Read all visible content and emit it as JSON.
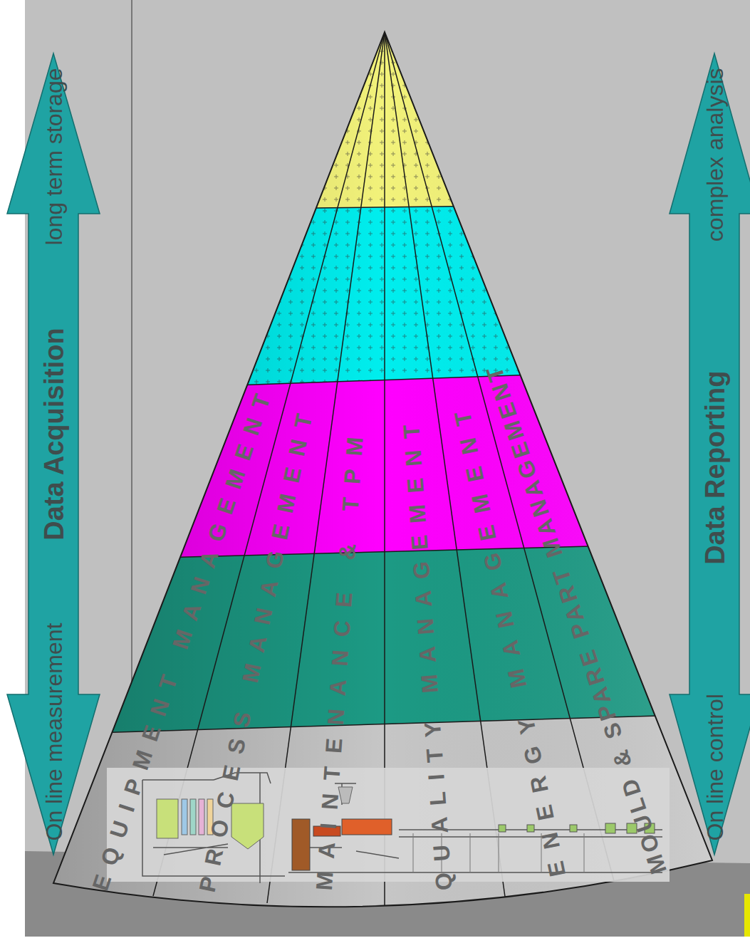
{
  "diagram": {
    "nodes": [
      {
        "text": [
          "On line measurement",
          "Data Acquisition",
          "long term storage"
        ]
      },
      {
        "text": [
          "EQUIPMENT MANAGEMENT"
        ]
      },
      {
        "text": [
          "PROCESS MANAGEMENT"
        ]
      },
      {
        "text": [
          "MAINTENANCE & TPM"
        ]
      },
      {
        "text": [
          "QUALITY MANAGEMENT"
        ]
      },
      {
        "text": [
          "ENERGY MANAGEMENT"
        ]
      },
      {
        "text": [
          "MOULD & SPARE PART MANAGEMENT"
        ]
      },
      {
        "text": [
          "On line control",
          "Data Reporting",
          "complex analysis"
        ]
      }
    ],
    "edges": []
  }
}
